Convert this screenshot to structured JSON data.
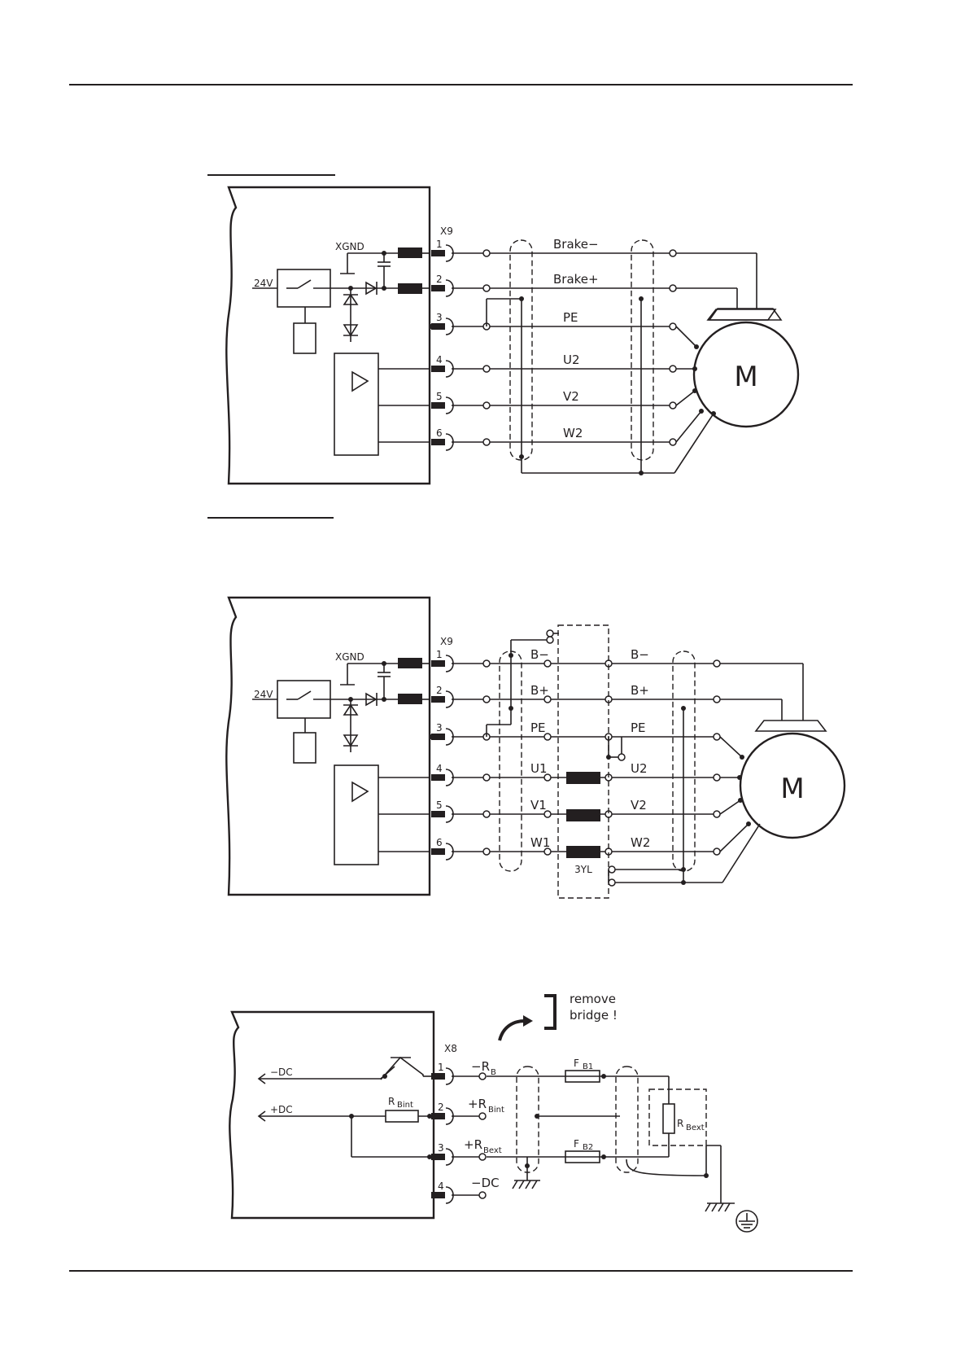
{
  "diagram1": {
    "connector": "X9",
    "xgnd": "XGND",
    "supply": "24V",
    "pins": [
      "1",
      "2",
      "3",
      "4",
      "5",
      "6"
    ],
    "wires": [
      "Brake−",
      "Brake+",
      "PE",
      "U2",
      "V2",
      "W2"
    ],
    "motor": "M"
  },
  "diagram2": {
    "connector": "X9",
    "xgnd": "XGND",
    "supply": "24V",
    "pins": [
      "1",
      "2",
      "3",
      "4",
      "5",
      "6"
    ],
    "wires_left": [
      "B−",
      "B+",
      "PE",
      "U1",
      "V1",
      "W1"
    ],
    "wires_right": [
      "B−",
      "B+",
      "PE",
      "U2",
      "V2",
      "W2"
    ],
    "choke": "3YL",
    "motor": "M"
  },
  "diagram3": {
    "connector": "X8",
    "pins": [
      "1",
      "2",
      "3",
      "4"
    ],
    "minus_dc_internal": "−DC",
    "plus_dc_internal": "+DC",
    "rbint_main": "R",
    "rbint_sub": "Bint",
    "terminal_1_main": "−R",
    "terminal_1_sub": "B",
    "terminal_2_main": "+R",
    "terminal_2_sub": "Bint",
    "terminal_3_main": "+R",
    "terminal_3_sub": "Bext",
    "terminal_4": "−DC",
    "fuse1_main": "F",
    "fuse1_sub": "B1",
    "fuse2_main": "F",
    "fuse2_sub": "B2",
    "rbext_main": "R",
    "rbext_sub": "Bext",
    "note_line1": "remove",
    "note_line2": "bridge  !"
  }
}
